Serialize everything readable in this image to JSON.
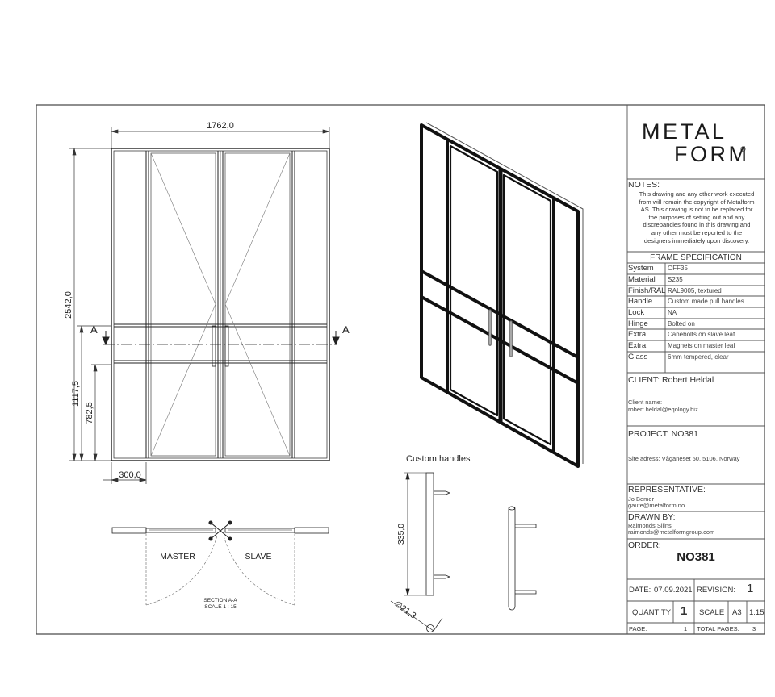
{
  "drawing": {
    "overall_width": "1762,0",
    "overall_height": "2542,0",
    "transom_height": "1117,5",
    "handle_height": "782,5",
    "sidelight_width": "300,0",
    "section_mark": "A",
    "leaf_master": "MASTER",
    "leaf_slave": "SLAVE",
    "section_label": "SECTION A-A",
    "section_scale": "SCALE 1 : 15",
    "handles_title": "Custom handles",
    "handle_length": "335,0",
    "handle_diameter": "∅21,3"
  },
  "logo": {
    "line1": "METAL",
    "line2": "FORM",
    "reg": "®"
  },
  "notes": {
    "title": "NOTES:",
    "lines": [
      "This drawing and any other work executed",
      "from will remain the copyright of Metalform",
      "AS. This drawing is not to be replaced for",
      "the purposes of setting out and any",
      "discrepancies found in this drawing and",
      "any other must be reported to the",
      "designers immediately upon discovery."
    ]
  },
  "frame_spec": {
    "title": "FRAME SPECIFICATION",
    "rows": [
      {
        "label": "System",
        "value": "OFF35"
      },
      {
        "label": "Material",
        "value": "S235"
      },
      {
        "label": "Finish/RAL",
        "value": "RAL9005, textured"
      },
      {
        "label": "Handle",
        "value": "Custom made pull handles"
      },
      {
        "label": "Lock",
        "value": "NA"
      },
      {
        "label": "Hinge",
        "value": "Bolted on"
      },
      {
        "label": "Extra",
        "value": "Canebolts on slave leaf"
      },
      {
        "label": "Extra",
        "value": "Magnets on master leaf"
      },
      {
        "label": "Glass",
        "value": "6mm tempered, clear"
      }
    ]
  },
  "client": {
    "title": "CLIENT: Robert Heldal",
    "name_label": "Client name:",
    "email": "robert.heldal@eqology.biz"
  },
  "project": {
    "title": "PROJECT: NO381",
    "site": "Site adress: Våganeset 50, 5106, Norway"
  },
  "representative": {
    "title": "REPRESENTATIVE:",
    "name": "Jo Bemer",
    "email": "gaute@metalform.no"
  },
  "drawn_by": {
    "title": "DRAWN BY:",
    "name": "Raimonds Silins",
    "email": "raimonds@metalformgroup.com"
  },
  "order": {
    "title": "ORDER:",
    "number": "NO381"
  },
  "meta": {
    "date_label": "DATE:",
    "date": "07.09.2021",
    "revision_label": "REVISION:",
    "revision": "1",
    "quantity_label": "QUANTITY",
    "quantity": "1",
    "scale_label": "SCALE",
    "paper": "A3",
    "scale": "1:15",
    "page_label": "PAGE:",
    "page": "1",
    "total_label": "TOTAL PAGES:",
    "total": "3"
  }
}
